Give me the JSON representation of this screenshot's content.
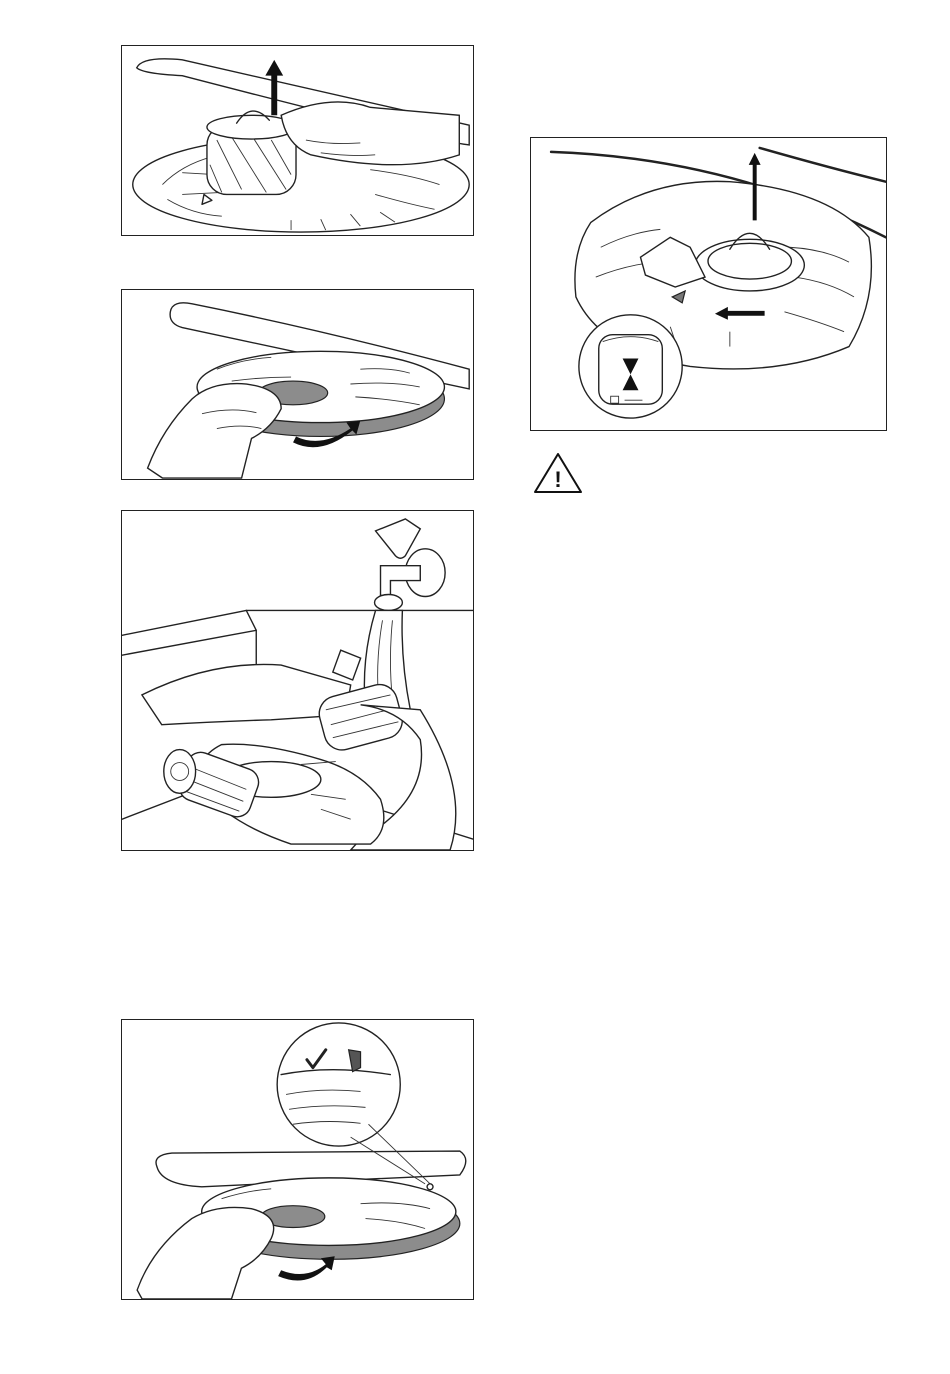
{
  "page": {
    "background": "#ffffff",
    "line_color": "#222222",
    "gray_fill": "#8c8c8c"
  },
  "figures": [
    {
      "step": "lift-coarse-filter",
      "icon": "filter-removal-illustration"
    },
    {
      "step": "turn-flat-filter",
      "icon": "flat-filter-rotation-illustration"
    },
    {
      "step": "rinse-filters",
      "icon": "filter-rinse-illustration"
    },
    {
      "step": "refit-flat-filter",
      "icon": "flat-filter-refit-illustration"
    },
    {
      "step": "lock-filter",
      "icon": "filter-lock-illustration"
    }
  ],
  "warning": {
    "icon": "warning-triangle-icon",
    "glyph": "!"
  }
}
